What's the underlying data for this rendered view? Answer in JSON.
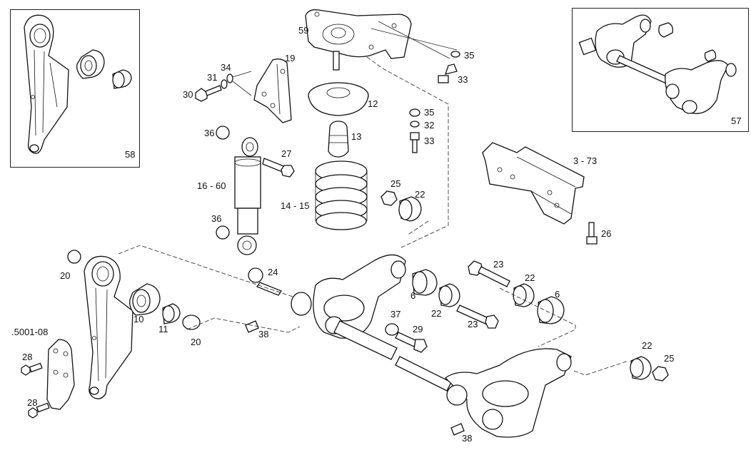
{
  "labels": {
    "l58": "58",
    "l57": "57",
    "l59": "59",
    "l35a": "35",
    "l33a": "33",
    "l34": "34",
    "l19": "19",
    "l31": "31",
    "l30": "30",
    "l12": "12",
    "l35b": "35",
    "l32": "32",
    "l33b": "33",
    "l36a": "36",
    "l13": "13",
    "l27": "27",
    "l3_73": "3 - 73",
    "l16_60": "16 - 60",
    "l14_15": "14 - 15",
    "l25a": "25",
    "l22a": "22",
    "l36b": "36",
    "l26": "26",
    "l20a": "20",
    "l24": "24",
    "l23a": "23",
    "l22b": "22",
    "l6a": "6",
    "l6b": "6",
    "l10": "10",
    "l11": "11",
    "l20b": "20",
    "l38a": "38",
    "l37": "37",
    "l22c": "22",
    "l23b": "23",
    "l29": "29",
    "l5001": ".5001-08",
    "l28a": "28",
    "l28b": "28",
    "l22d": "22",
    "l25b": "25",
    "l38b": "38"
  }
}
